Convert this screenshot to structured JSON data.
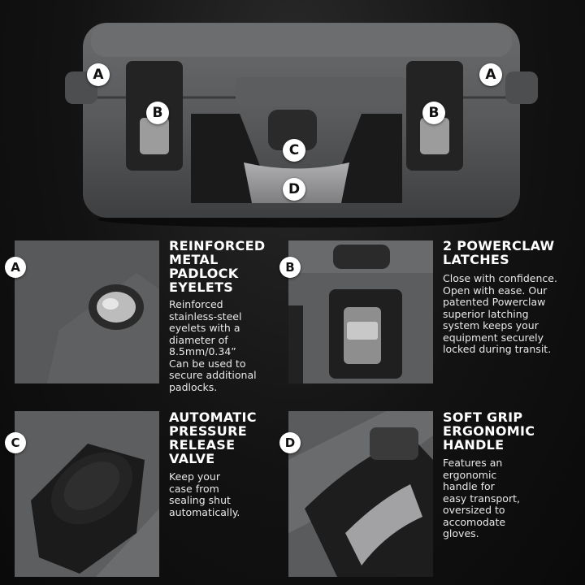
{
  "hero": {
    "callouts": [
      "A",
      "B",
      "C",
      "D",
      "A",
      "B"
    ]
  },
  "features": [
    {
      "badge": "A",
      "title_lines": [
        "REINFORCED",
        "METAL",
        "PADLOCK",
        "EYELETS"
      ],
      "desc_lines": [
        "Reinforced",
        "stainless-steel",
        "eyelets with a",
        "diameter of",
        "8.5mm/0.34”",
        "Can be used to",
        "secure additional",
        "padlocks."
      ]
    },
    {
      "badge": "B",
      "title_lines": [
        "2 POWERCLAW",
        "LATCHES"
      ],
      "desc_lines": [
        "Close with confidence.",
        "Open with ease. Our",
        "patented Powerclaw",
        "superior latching",
        "system keeps your",
        "equipment securely",
        "locked during transit."
      ]
    },
    {
      "badge": "C",
      "title_lines": [
        "AUTOMATIC",
        "PRESSURE",
        "RELEASE",
        "VALVE"
      ],
      "desc_lines": [
        "Keep your",
        "case from",
        "sealing shut",
        "automatically."
      ]
    },
    {
      "badge": "D",
      "title_lines": [
        "SOFT GRIP",
        "ERGONOMIC",
        "HANDLE"
      ],
      "desc_lines": [
        "Features an",
        "ergonomic",
        "handle for",
        "easy transport,",
        "oversized to",
        "accomodate",
        "gloves."
      ]
    }
  ],
  "colors": {
    "background": "#121212",
    "case_body": "#5a5b5d",
    "case_dark": "#1e1e1e",
    "handle_grip": "#9a9a9c",
    "badge_bg": "#ffffff",
    "badge_text": "#111111"
  }
}
